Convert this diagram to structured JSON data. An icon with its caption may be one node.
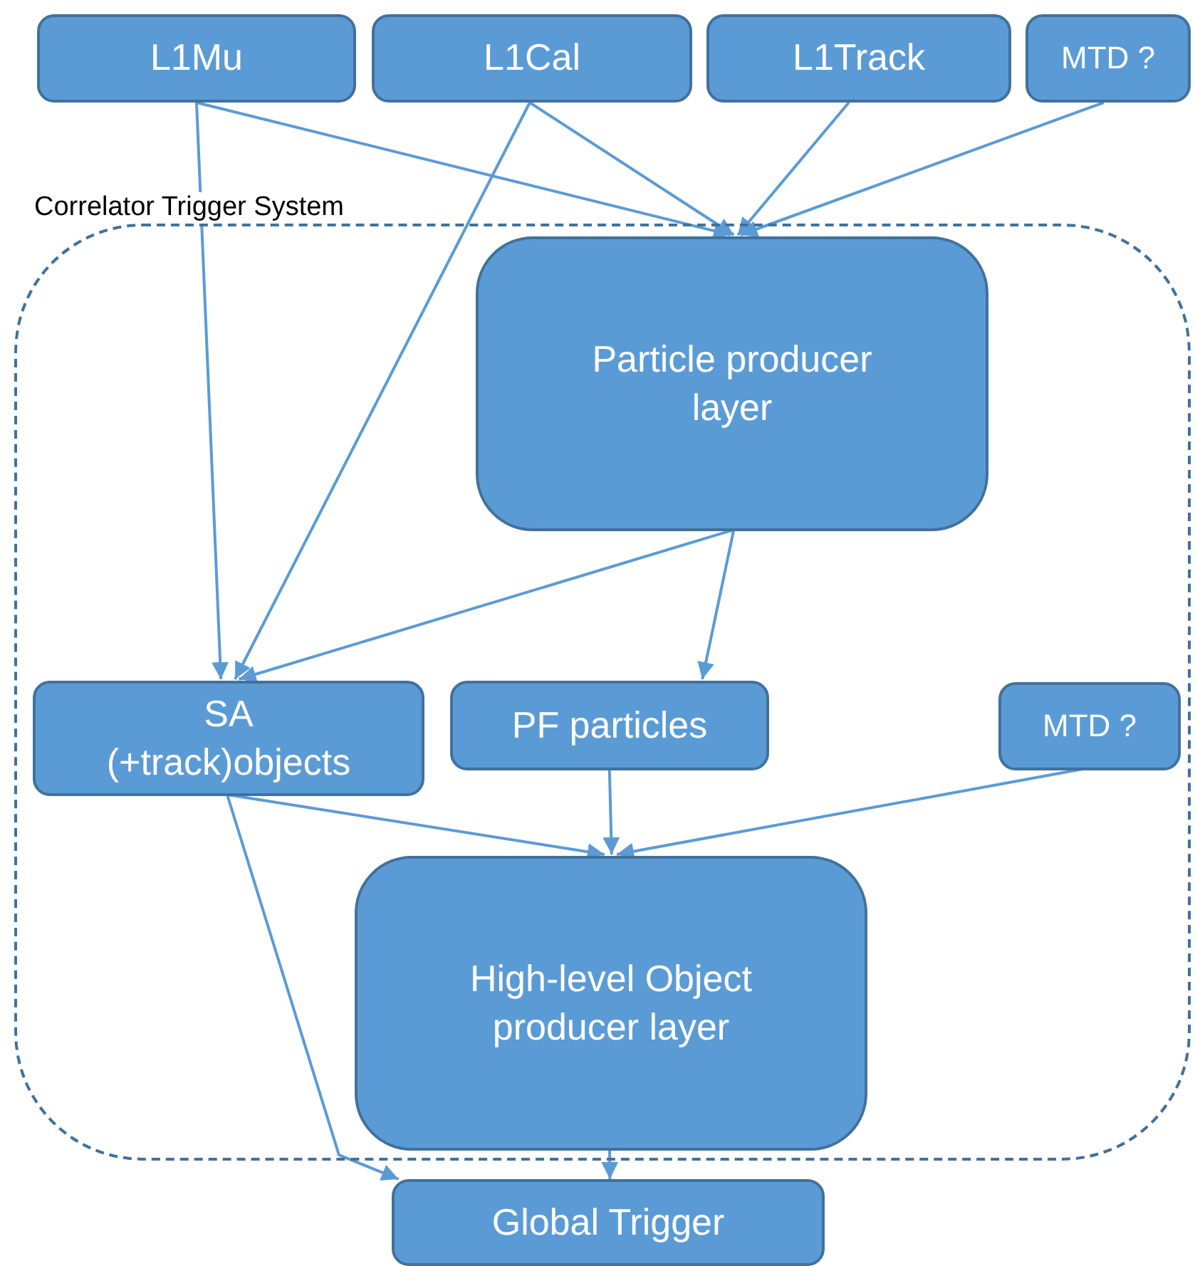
{
  "diagram": {
    "nodes": [
      {
        "text": [
          "L1Mu"
        ]
      },
      {
        "text": [
          "L1Cal"
        ]
      },
      {
        "text": [
          "L1Track"
        ]
      },
      {
        "text": [
          "MTD ?"
        ]
      },
      {
        "text": [
          "Correlator Trigger System"
        ]
      },
      {
        "text": [
          "Particle producer layer"
        ],
        "in": 4
      },
      {
        "text": [
          "SA (+track)objects"
        ],
        "in": 4
      },
      {
        "text": [
          "PF particles"
        ],
        "in": 4
      },
      {
        "text": [
          "MTD ?"
        ],
        "in": 4
      },
      {
        "text": [
          "High-level Object producer layer"
        ],
        "in": 4
      },
      {
        "text": [
          "Global Trigger"
        ]
      }
    ],
    "edges": [
      {
        "from": 0,
        "to": 5,
        "arrow": "to"
      },
      {
        "from": 1,
        "to": 5,
        "arrow": "to"
      },
      {
        "from": 2,
        "to": 5,
        "arrow": "to"
      },
      {
        "from": 3,
        "to": 5,
        "arrow": "to"
      },
      {
        "from": 0,
        "to": 6,
        "arrow": "to"
      },
      {
        "from": 1,
        "to": 6,
        "arrow": "to"
      },
      {
        "from": 5,
        "to": 6,
        "arrow": "to"
      },
      {
        "from": 5,
        "to": 7,
        "arrow": "to"
      },
      {
        "from": 6,
        "to": 9,
        "arrow": "to"
      },
      {
        "from": 7,
        "to": 9,
        "arrow": "to"
      },
      {
        "from": 8,
        "to": 9,
        "arrow": "to"
      },
      {
        "from": 6,
        "to": 10,
        "arrow": "to"
      },
      {
        "from": 9,
        "to": 10,
        "arrow": "to"
      }
    ]
  }
}
